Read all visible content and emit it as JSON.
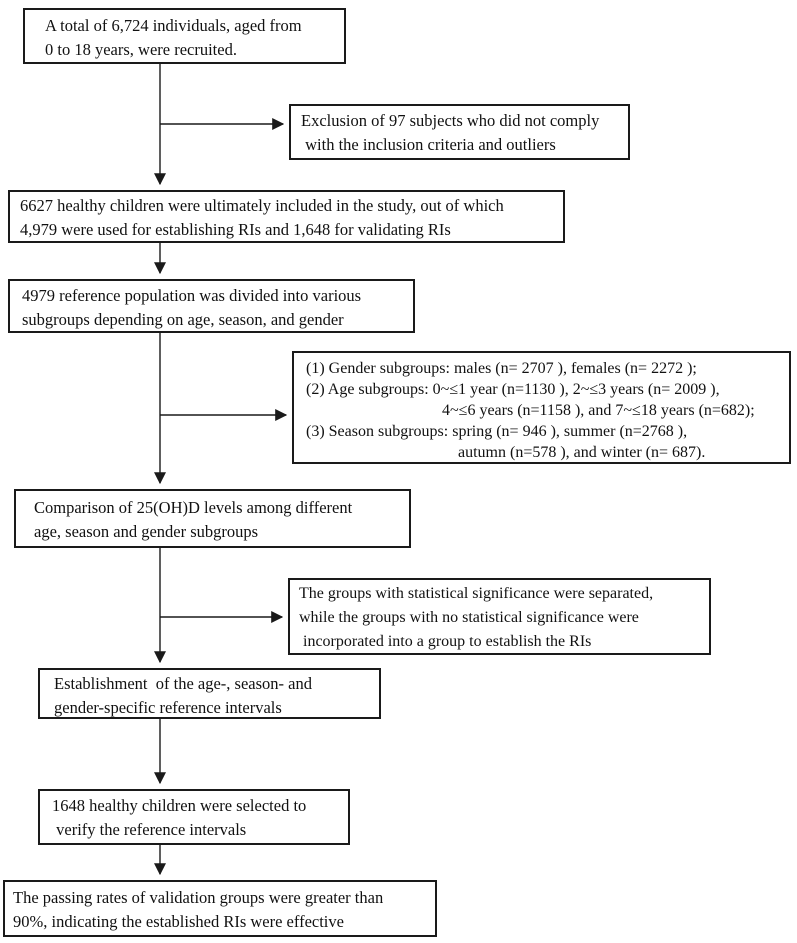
{
  "flowchart": {
    "boxes": {
      "recruited": {
        "lines": [
          "A total of 6,724 individuals, aged from",
          "0 to 18 years, were recruited."
        ]
      },
      "exclusion": {
        "lines": [
          "Exclusion of 97 subjects who did not comply",
          " with the inclusion criteria and outliers"
        ]
      },
      "included": {
        "lines": [
          "6627 healthy children were ultimately included in the study, out of which",
          "4,979 were used for establishing RIs and 1,648 for validating RIs"
        ]
      },
      "reference_population": {
        "lines": [
          "4979 reference population was divided into various",
          "subgroups depending on age, season, and gender"
        ]
      },
      "subgroups": {
        "lines": [
          "(1) Gender subgroups: males (n= 2707 ), females (n= 2272 );",
          "(2) Age subgroups: 0~≤1 year (n=1130 ), 2~≤3 years (n= 2009 ),",
          "4~≤6 years (n=1158 ), and 7~≤18 years (n=682);",
          "(3) Season subgroups: spring (n= 946 ), summer (n=2768 ),",
          "autumn (n=578 ), and winter (n= 687)."
        ]
      },
      "comparison": {
        "lines": [
          "Comparison of 25(OH)D levels among different",
          "age, season and gender subgroups"
        ]
      },
      "significance": {
        "lines": [
          "The groups with statistical significance were separated,",
          "while the groups with no statistical significance were",
          " incorporated into a group to establish the RIs"
        ]
      },
      "establishment": {
        "lines": [
          "Establishment  of the age-, season- and",
          "gender-specific reference intervals"
        ]
      },
      "validation_selection": {
        "lines": [
          "1648 healthy children were selected to",
          " verify the reference intervals"
        ]
      },
      "conclusion": {
        "lines": [
          "The passing rates of validation groups were greater than",
          "90%, indicating the established RIs were effective"
        ]
      }
    },
    "colors": {
      "background": "#ffffff",
      "box_border": "#1a1a1a",
      "connector": "#1a1a1a",
      "text": "#111111"
    }
  }
}
